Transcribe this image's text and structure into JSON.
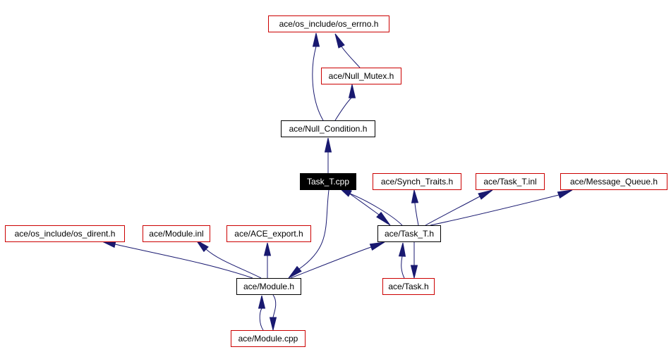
{
  "diagram": {
    "nodes": {
      "os_errno": {
        "label": "ace/os_include/os_errno.h",
        "kind": "external"
      },
      "null_mutex": {
        "label": "ace/Null_Mutex.h",
        "kind": "external"
      },
      "null_condition": {
        "label": "ace/Null_Condition.h",
        "kind": "internal"
      },
      "task_t_cpp": {
        "label": "Task_T.cpp",
        "kind": "focus"
      },
      "synch_traits": {
        "label": "ace/Synch_Traits.h",
        "kind": "external"
      },
      "task_t_inl": {
        "label": "ace/Task_T.inl",
        "kind": "external"
      },
      "message_queue": {
        "label": "ace/Message_Queue.h",
        "kind": "external"
      },
      "os_dirent": {
        "label": "ace/os_include/os_dirent.h",
        "kind": "external"
      },
      "module_inl": {
        "label": "ace/Module.inl",
        "kind": "external"
      },
      "ace_export": {
        "label": "ace/ACE_export.h",
        "kind": "external"
      },
      "task_t_h": {
        "label": "ace/Task_T.h",
        "kind": "internal"
      },
      "module_h": {
        "label": "ace/Module.h",
        "kind": "internal"
      },
      "task_h": {
        "label": "ace/Task.h",
        "kind": "external"
      },
      "module_cpp": {
        "label": "ace/Module.cpp",
        "kind": "external"
      }
    },
    "edges": [
      {
        "from": "null_condition",
        "to": "os_errno"
      },
      {
        "from": "null_condition",
        "to": "null_mutex"
      },
      {
        "from": "null_mutex",
        "to": "os_errno"
      },
      {
        "from": "task_t_cpp",
        "to": "null_condition"
      },
      {
        "from": "task_t_cpp",
        "to": "task_t_h"
      },
      {
        "from": "task_t_cpp",
        "to": "module_h"
      },
      {
        "from": "task_t_h",
        "to": "task_t_cpp"
      },
      {
        "from": "task_t_h",
        "to": "synch_traits"
      },
      {
        "from": "task_t_h",
        "to": "task_t_inl"
      },
      {
        "from": "task_t_h",
        "to": "message_queue"
      },
      {
        "from": "task_t_h",
        "to": "task_h"
      },
      {
        "from": "task_h",
        "to": "task_t_h"
      },
      {
        "from": "module_h",
        "to": "os_dirent"
      },
      {
        "from": "module_h",
        "to": "module_inl"
      },
      {
        "from": "module_h",
        "to": "ace_export"
      },
      {
        "from": "module_h",
        "to": "task_t_h"
      },
      {
        "from": "module_h",
        "to": "module_cpp"
      },
      {
        "from": "module_cpp",
        "to": "module_h"
      }
    ],
    "colors": {
      "edge": "#191970",
      "external_border": "#cc0000",
      "internal_border": "#000000",
      "focus_fill": "#000000",
      "focus_text": "#ffffff"
    }
  }
}
